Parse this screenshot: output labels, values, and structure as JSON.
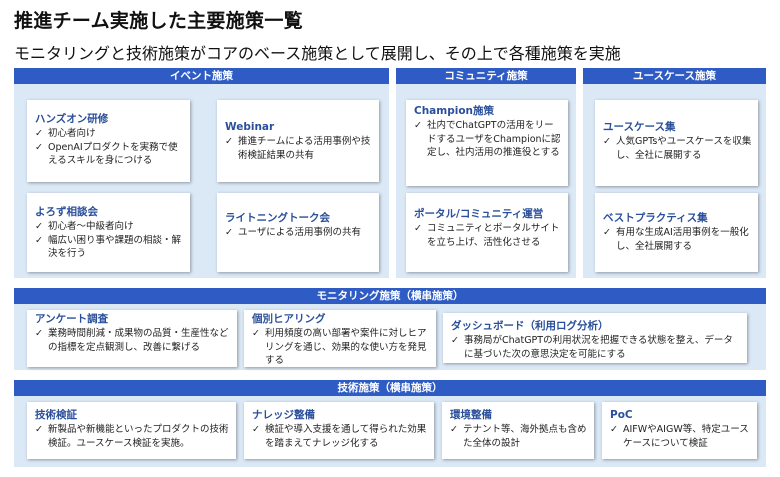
{
  "header": {
    "title": "推進チーム実施した主要施策一覧",
    "subtitle": "モニタリングと技術施策がコアのベース施策として展開し、その上で各種施策を実施"
  },
  "colors": {
    "band": "#2f5cc4",
    "panel": "#dbe8f6",
    "card_title": "#2a4f9a"
  },
  "columns": [
    {
      "label": "イベント施策",
      "cards": [
        {
          "title": "ハンズオン研修",
          "items": [
            "初心者向け",
            "OpenAIプロダクトを実務で使えるスキルを身につける"
          ]
        },
        {
          "title": "Webinar",
          "items": [
            "推進チームによる活用事例や技術検証結果の共有"
          ]
        },
        {
          "title": "よろず相談会",
          "items": [
            "初心者〜中級者向け",
            "幅広い困り事や課題の相談・解決を行う"
          ]
        },
        {
          "title": "ライトニングトーク会",
          "items": [
            "ユーザによる活用事例の共有"
          ]
        }
      ]
    },
    {
      "label": "コミュニティ施策",
      "cards": [
        {
          "title": "Champion施策",
          "items": [
            "社内でChatGPTの活用をリードするユーザをChampionに認定し、社内活用の推進役とする"
          ]
        },
        {
          "title": "ポータル/コミュニティ運営",
          "items": [
            "コミュニティとポータルサイトを立ち上げ、活性化させる"
          ]
        }
      ]
    },
    {
      "label": "ユースケース施策",
      "cards": [
        {
          "title": "ユースケース集",
          "items": [
            "人気GPTsやユースケースを収集し、全社に展開する"
          ]
        },
        {
          "title": "ベストプラクティス集",
          "items": [
            "有用な生成AI活用事例を一般化し、全社展開する"
          ]
        }
      ]
    }
  ],
  "monitoring": {
    "label": "モニタリング施策（横串施策）",
    "cards": [
      {
        "title": "アンケート調査",
        "items": [
          "業務時間削減・成果物の品質・生産性などの指標を定点観測し、改善に繋げる"
        ]
      },
      {
        "title": "個別ヒアリング",
        "items": [
          "利用頻度の高い部署や案件に対しヒアリングを通じ、効果的な使い方を発見する"
        ]
      },
      {
        "title": "ダッシュボード（利用ログ分析）",
        "items": [
          "事務局がChatGPTの利用状況を把握できる状態を整え、データに基づいた次の意思決定を可能にする"
        ]
      }
    ]
  },
  "technical": {
    "label": "技術施策（横串施策）",
    "cards": [
      {
        "title": "技術検証",
        "items": [
          "新製品や新機能といったプロダクトの技術検証。ユースケース検証を実施。"
        ]
      },
      {
        "title": "ナレッジ整備",
        "items": [
          "検証や導入支援を通して得られた効果を踏まえてナレッジ化する"
        ]
      },
      {
        "title": "環境整備",
        "items": [
          "テナント等、海外拠点も含めた全体の設計"
        ]
      },
      {
        "title": "PoC",
        "items": [
          "AIFWやAIGW等、特定ユースケースについて検証"
        ]
      }
    ]
  }
}
